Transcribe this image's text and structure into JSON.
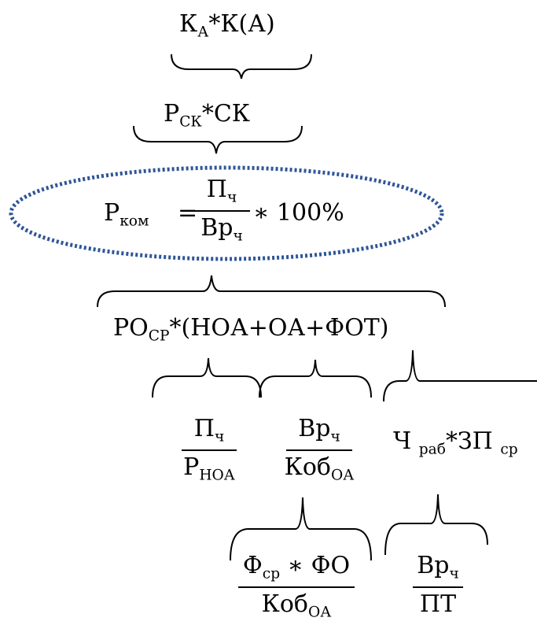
{
  "top": {
    "base": "К",
    "sub": "А",
    "rest": "*К(А)"
  },
  "level2": {
    "base": "Р",
    "sub": "СК",
    "rest": "*СК"
  },
  "central": {
    "lhs_base": "P",
    "lhs_sub": "ком",
    "eq": "=",
    "num_base": "П",
    "num_sub": "ч",
    "den_base": "Вр",
    "den_sub": "ч",
    "tail": "∗ 100%"
  },
  "level3": {
    "base": "РО",
    "sub": "СР",
    "rest": "*(НОА+ОА+ФОТ)"
  },
  "branch_hoa": {
    "num_base": "П",
    "num_sub": "ч",
    "den_base": "Р",
    "den_sub": "НОА"
  },
  "branch_oa": {
    "num_base": "Вр",
    "num_sub": "ч",
    "den_base": "Коб",
    "den_sub": "ОА"
  },
  "branch_fot": {
    "a": "Ч",
    "a_sub": "раб",
    "mid": "*ЗП",
    "b_sub": "ср"
  },
  "leaf_fo": {
    "num_a": "Ф",
    "num_a_sub": "ср",
    "num_op": "∗ ФО",
    "den_base": "Коб",
    "den_sub": "ОА"
  },
  "leaf_pt": {
    "num_base": "Вр",
    "num_sub": "ч",
    "den": "ПТ"
  },
  "colors": {
    "ellipse": "#2F5597",
    "ink": "#000000"
  }
}
